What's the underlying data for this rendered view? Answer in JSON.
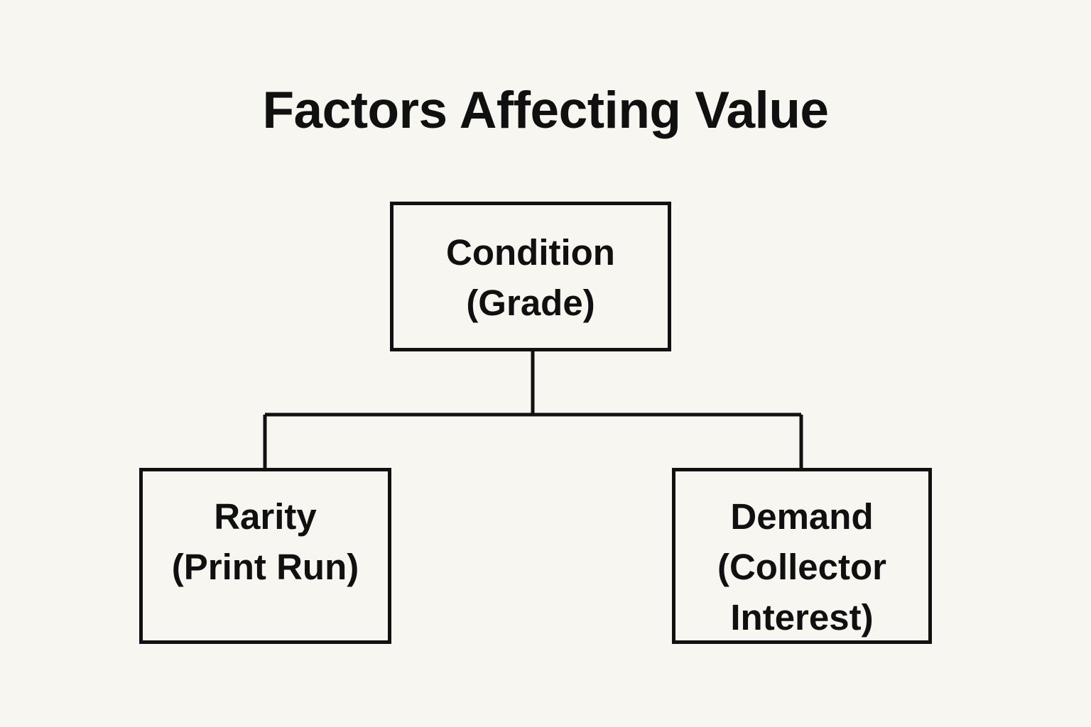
{
  "page": {
    "background_color": "#f7f6f0",
    "ink_color": "#111111"
  },
  "title": "Factors Affecting Value",
  "diagram": {
    "type": "hierarchy-tree",
    "orientation": "top-down",
    "nodes": [
      {
        "id": "condition",
        "role": "root",
        "lines": [
          "Condition",
          "(Grade)"
        ],
        "line1": "Condition",
        "line2": "(Grade)",
        "line3": ""
      },
      {
        "id": "rarity",
        "role": "child",
        "lines": [
          "Rarity",
          "(Print Run)"
        ],
        "line1": "Rarity",
        "line2": "(Print Run)",
        "line3": ""
      },
      {
        "id": "demand",
        "role": "child",
        "lines": [
          "Demand",
          "(Collector",
          "Interest)"
        ],
        "line1": "Demand",
        "line2": "(Collector",
        "line3": "Interest)"
      }
    ],
    "edges": [
      {
        "from": "condition",
        "to": "rarity"
      },
      {
        "from": "condition",
        "to": "demand"
      }
    ]
  }
}
